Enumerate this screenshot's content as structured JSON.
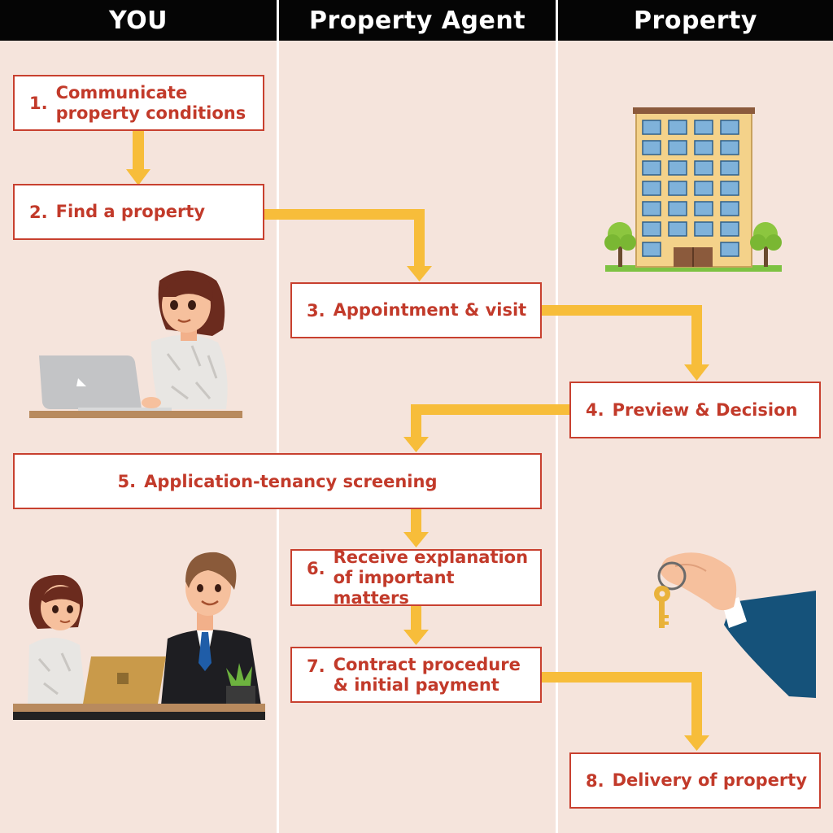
{
  "lanes": [
    {
      "header": "YOU"
    },
    {
      "header": "Property Agent"
    },
    {
      "header": "Property"
    }
  ],
  "steps": [
    {
      "num": "1.",
      "text": "Communicate property conditions"
    },
    {
      "num": "2.",
      "text": "Find a property"
    },
    {
      "num": "3.",
      "text": "Appointment & visit"
    },
    {
      "num": "4.",
      "text": "Preview & Decision"
    },
    {
      "num": "5.",
      "text": "Application-tenancy screening"
    },
    {
      "num": "6.",
      "text": "Receive explanation of important matters"
    },
    {
      "num": "7.",
      "text": "Contract procedure & initial payment"
    },
    {
      "num": "8.",
      "text": "Delivery of property"
    }
  ],
  "colors": {
    "background": "#f5e4dc",
    "header_bg": "#050505",
    "step_border": "#c8402f",
    "step_text": "#c23a2a",
    "arrow": "#f7bd3a"
  },
  "illustrations": {
    "building": "apartment-building-icon",
    "woman_laptop": "woman-at-laptop-illustration",
    "meeting": "client-agent-meeting-illustration",
    "keys": "hand-with-keys-illustration"
  }
}
